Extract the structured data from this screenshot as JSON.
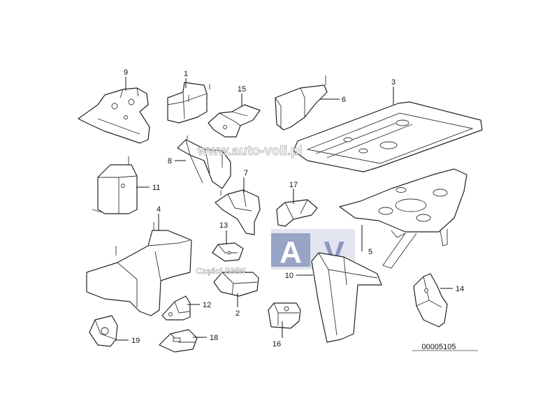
{
  "callouts": [
    "9",
    "1",
    "15",
    "6",
    "3",
    "8",
    "7",
    "11",
    "17",
    "4",
    "13",
    "5",
    "10",
    "14",
    "12",
    "2",
    "19",
    "18",
    "16"
  ],
  "watermark": {
    "url": "www.auto-voli.pl",
    "logo_letters": "AV",
    "caption": "Części BMW"
  },
  "diagram_code": "00005105"
}
